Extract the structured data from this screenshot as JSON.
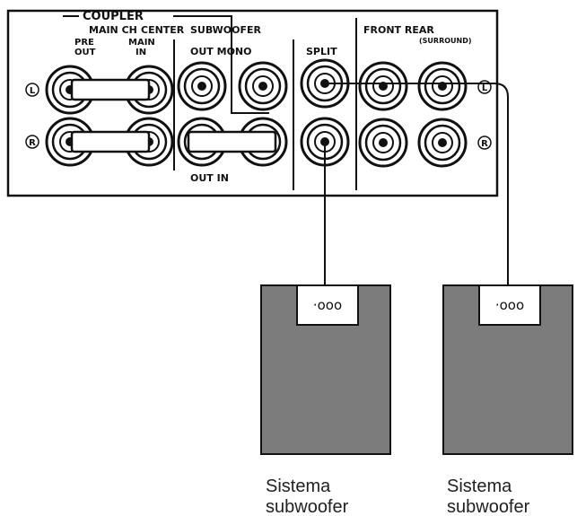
{
  "panel": {
    "coupler": "COUPLER",
    "main_ch": "MAIN CH",
    "center": "CENTER",
    "subwoofer": "SUBWOOFER",
    "pre_out_1": "PRE",
    "pre_out_2": "OUT",
    "main_in_1": "MAIN",
    "main_in_2": "IN",
    "out_mono": "OUT MONO",
    "out_in": "OUT IN",
    "split": "SPLIT",
    "front_rear": "FRONT REAR",
    "surround": "(SURROUND)",
    "left_marker": "L",
    "right_marker": "R"
  },
  "speakers": [
    {
      "label_1": "Sistema",
      "label_2": "subwoofer",
      "terminal": "·ooo"
    },
    {
      "label_1": "Sistema",
      "label_2": "subwoofer",
      "terminal": "·ooo"
    }
  ]
}
